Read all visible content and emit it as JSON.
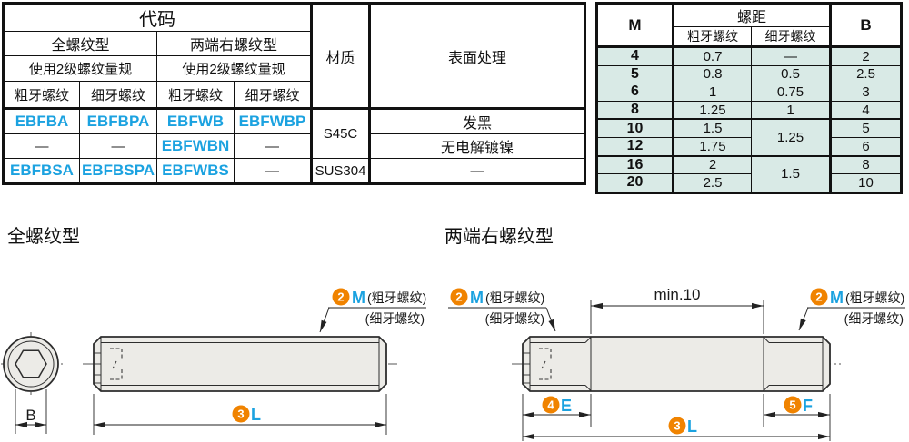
{
  "colors": {
    "link_blue": "#1ba2e0",
    "badge_orange": "#f08300",
    "row_mint": "#d9eae6"
  },
  "code_table": {
    "title": "代码",
    "group_full": "全螺纹型",
    "group_both": "两端右螺纹型",
    "gauge_full": "使用2级螺纹量规",
    "gauge_both": "使用2级螺纹量规",
    "thread_cols": [
      "粗牙螺纹",
      "细牙螺纹",
      "粗牙螺纹",
      "细牙螺纹"
    ],
    "material_header": "材质",
    "surface_header": "表面处理",
    "rows": [
      {
        "c0": "EBFBA",
        "c1": "EBFBPA",
        "c2": "EBFWB",
        "c3": "EBFWBP",
        "material": "S45C",
        "surface": "发黑"
      },
      {
        "c0": "—",
        "c1": "—",
        "c2": "EBFWBN",
        "c3": "—",
        "surface": "无电解镀镍"
      },
      {
        "c0": "EBFBSA",
        "c1": "EBFBSPA",
        "c2": "EBFWBS",
        "c3": "—",
        "material": "SUS304",
        "surface": "—"
      }
    ]
  },
  "spec_table": {
    "m_header": "M",
    "pitch_header": "螺距",
    "coarse_header": "粗牙螺纹",
    "fine_header": "细牙螺纹",
    "b_header": "B",
    "rows": [
      {
        "m": "4",
        "coarse": "0.7",
        "fine": "—",
        "b": "2"
      },
      {
        "m": "5",
        "coarse": "0.8",
        "fine": "0.5",
        "b": "2.5"
      },
      {
        "m": "6",
        "coarse": "1",
        "fine": "0.75",
        "b": "3"
      },
      {
        "m": "8",
        "coarse": "1.25",
        "fine": "1",
        "b": "4"
      },
      {
        "m": "10",
        "coarse": "1.5",
        "fine": "1.25",
        "b": "5"
      },
      {
        "m": "12",
        "coarse": "1.75",
        "b": "6"
      },
      {
        "m": "16",
        "coarse": "2",
        "fine": "1.5",
        "b": "8"
      },
      {
        "m": "20",
        "coarse": "2.5",
        "b": "10"
      }
    ]
  },
  "drawings": {
    "left_title": "全螺纹型",
    "right_title": "两端右螺纹型",
    "callout_m_num": "2",
    "callout_m_letter": "M",
    "coarse_note": "(粗牙螺纹)",
    "fine_note": "(细牙螺纹)",
    "callout_l_num": "3",
    "callout_l_letter": "L",
    "callout_e_num": "4",
    "callout_e_letter": "E",
    "callout_f_num": "5",
    "callout_f_letter": "F",
    "b_dim": "B",
    "min_len": "min.10"
  }
}
